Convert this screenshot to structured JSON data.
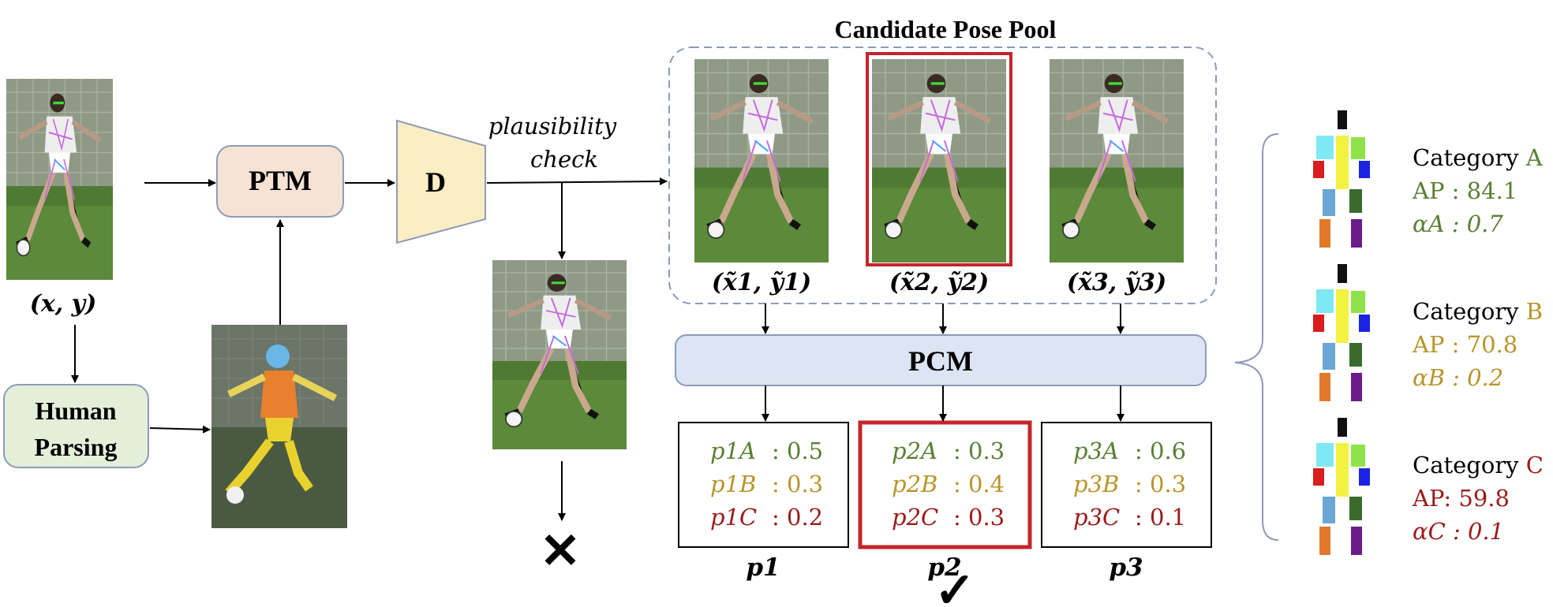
{
  "title": "Candidate Pose Pool",
  "input_label": "(x, y)",
  "modules": {
    "ptm": "PTM",
    "d": "D",
    "pcm": "PCM",
    "human_parsing_line1": "Human",
    "human_parsing_line2": "Parsing"
  },
  "plausibility_line1": "plausibility",
  "plausibility_line2": "check",
  "reject_mark": "✕",
  "accept_mark": "✓",
  "candidates": [
    {
      "label": "(x̃1, ỹ1)",
      "selected": false
    },
    {
      "label": "(x̃2, ỹ2)",
      "selected": true
    },
    {
      "label": "(x̃3, ỹ3)",
      "selected": false
    }
  ],
  "prob_boxes": [
    {
      "name": "p1",
      "A": "0.5",
      "B": "0.3",
      "C": "0.2",
      "pA": "p1A",
      "pB": "p1B",
      "pC": "p1C",
      "selected": false
    },
    {
      "name": "p2",
      "A": "0.3",
      "B": "0.4",
      "C": "0.3",
      "pA": "p2A",
      "pB": "p2B",
      "pC": "p2C",
      "selected": true
    },
    {
      "name": "p3",
      "A": "0.6",
      "B": "0.3",
      "C": "0.1",
      "pA": "p3A",
      "pB": "p3B",
      "pC": "p3C",
      "selected": false
    }
  ],
  "categories": [
    {
      "prefix": "Category ",
      "letter": "A",
      "ap": "AP : 84.1",
      "alpha": "αA : 0.7",
      "color": "#5a7f35"
    },
    {
      "prefix": "Category ",
      "letter": "B",
      "ap": "AP : 70.8",
      "alpha": "αB : 0.2",
      "color": "#b8952b"
    },
    {
      "prefix": "Category ",
      "letter": "C",
      "ap": "AP: 59.8",
      "alpha": "αC : 0.1",
      "color": "#9b1b1b"
    }
  ],
  "colors": {
    "ptm_fill": "#f6e3d6",
    "d_fill": "#fbedc4",
    "pcm_fill": "#dde4f3",
    "parsing_fill": "#e4efd9",
    "highlight": "#c4252a"
  }
}
